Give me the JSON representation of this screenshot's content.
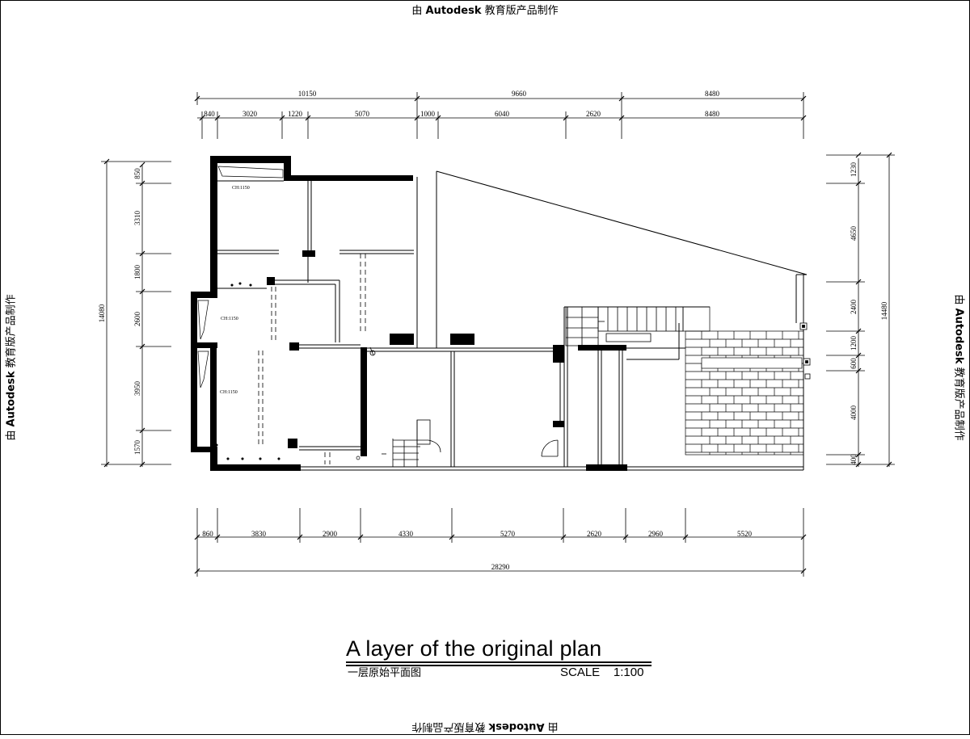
{
  "watermark": {
    "prefix": "由 ",
    "brand": "Autodesk",
    "suffix": " 教育版产品制作"
  },
  "title": {
    "main": "A layer of the original plan",
    "sub": "一层原始平面图",
    "scale_label": "SCALE",
    "scale_value": "1:100"
  },
  "dimensions": {
    "top_total": [
      "10150",
      "9660",
      "8480"
    ],
    "top_detail": [
      "840",
      "3020",
      "1220",
      "5070",
      "1000",
      "6040",
      "2620",
      "8480"
    ],
    "bottom_detail": [
      "860",
      "3830",
      "2900",
      "4330",
      "5270",
      "2620",
      "2960",
      "5520"
    ],
    "bottom_total": "28290",
    "left_total": "14080",
    "left_detail": [
      "850",
      "3310",
      "1800",
      "2600",
      "3950",
      "1570"
    ],
    "right_total": "14480",
    "right_detail": [
      "1230",
      "4650",
      "2400",
      "1200",
      "600",
      "4000",
      "400"
    ]
  },
  "room_labels": [
    "CH:1150",
    "CH:1150",
    "CH:1150"
  ]
}
